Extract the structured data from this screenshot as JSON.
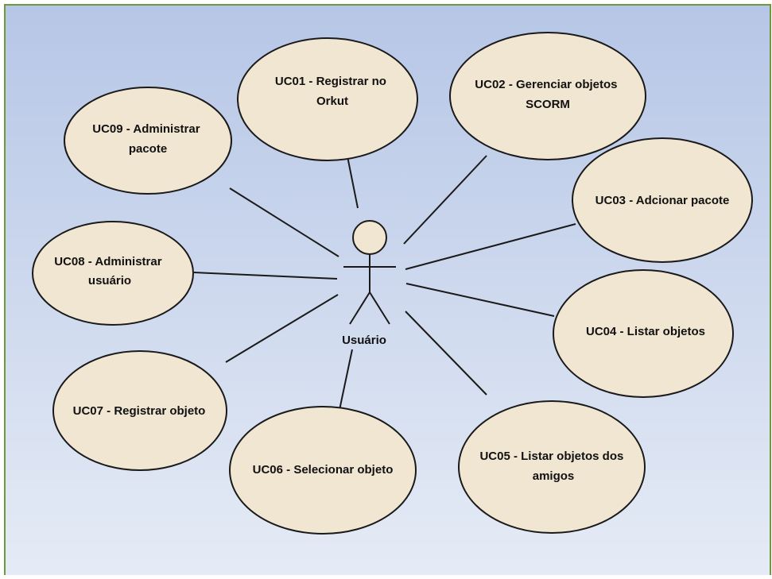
{
  "diagram": {
    "actor": {
      "label": "Usuário"
    },
    "use_cases": [
      {
        "id": "uc01",
        "lines": [
          "UC01 - Registrar no",
          "Orkut"
        ]
      },
      {
        "id": "uc02",
        "lines": [
          "UC02 - Gerenciar objetos",
          "SCORM"
        ]
      },
      {
        "id": "uc03",
        "lines": [
          "UC03 - Adcionar pacote"
        ]
      },
      {
        "id": "uc04",
        "lines": [
          "UC04 - Listar objetos"
        ]
      },
      {
        "id": "uc05",
        "lines": [
          "UC05 - Listar objetos dos",
          "amigos"
        ]
      },
      {
        "id": "uc06",
        "lines": [
          "UC06 - Selecionar objeto"
        ]
      },
      {
        "id": "uc07",
        "lines": [
          "UC07 - Registrar objeto"
        ]
      },
      {
        "id": "uc08",
        "lines": [
          "UC08 - Administrar",
          "usuário"
        ]
      },
      {
        "id": "uc09",
        "lines": [
          "UC09 - Administrar",
          "pacote"
        ]
      }
    ],
    "colors": {
      "frame_border": "#6f9a3c",
      "background_top": "#b6c6e6",
      "background_bottom": "#e6ecf6",
      "use_case_fill": "#f1e6d2",
      "use_case_stroke": "#1a1a1a",
      "line": "#1a1a1a"
    }
  }
}
